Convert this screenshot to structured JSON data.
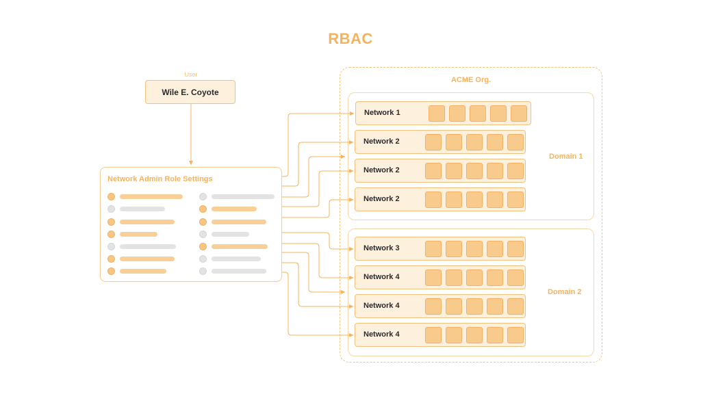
{
  "title": "RBAC",
  "user": {
    "caption": "User",
    "name": "Wile E. Coyote"
  },
  "role": {
    "title": "Network Admin Role Settings",
    "settings": [
      [
        {
          "on": true,
          "w": 92
        },
        {
          "on": false,
          "w": 66
        },
        {
          "on": true,
          "w": 80
        },
        {
          "on": true,
          "w": 55
        },
        {
          "on": false,
          "w": 82
        },
        {
          "on": true,
          "w": 80
        },
        {
          "on": true,
          "w": 68
        }
      ],
      [
        {
          "on": false,
          "w": 92
        },
        {
          "on": true,
          "w": 66
        },
        {
          "on": true,
          "w": 80
        },
        {
          "on": false,
          "w": 55
        },
        {
          "on": true,
          "w": 82
        },
        {
          "on": false,
          "w": 72
        },
        {
          "on": false,
          "w": 80
        }
      ]
    ]
  },
  "org": {
    "label": "ACME Org.",
    "domains": [
      {
        "label": "Domain 1",
        "networks": [
          "Network 1",
          "Network 2",
          "Network 2",
          "Network 2"
        ]
      },
      {
        "label": "Domain 2",
        "networks": [
          "Network 3",
          "Network 4",
          "Network 4",
          "Network 4"
        ]
      }
    ],
    "resources_per_network": 5
  },
  "colors": {
    "accent": "#f6b35c",
    "fill": "#fdf0dd",
    "resource": "#f8cb8d",
    "inactive": "#e3e3e3",
    "text": "#2b2b2b"
  },
  "icons": {
    "enabled_setting": "orange-dot",
    "disabled_setting": "grey-dot"
  }
}
